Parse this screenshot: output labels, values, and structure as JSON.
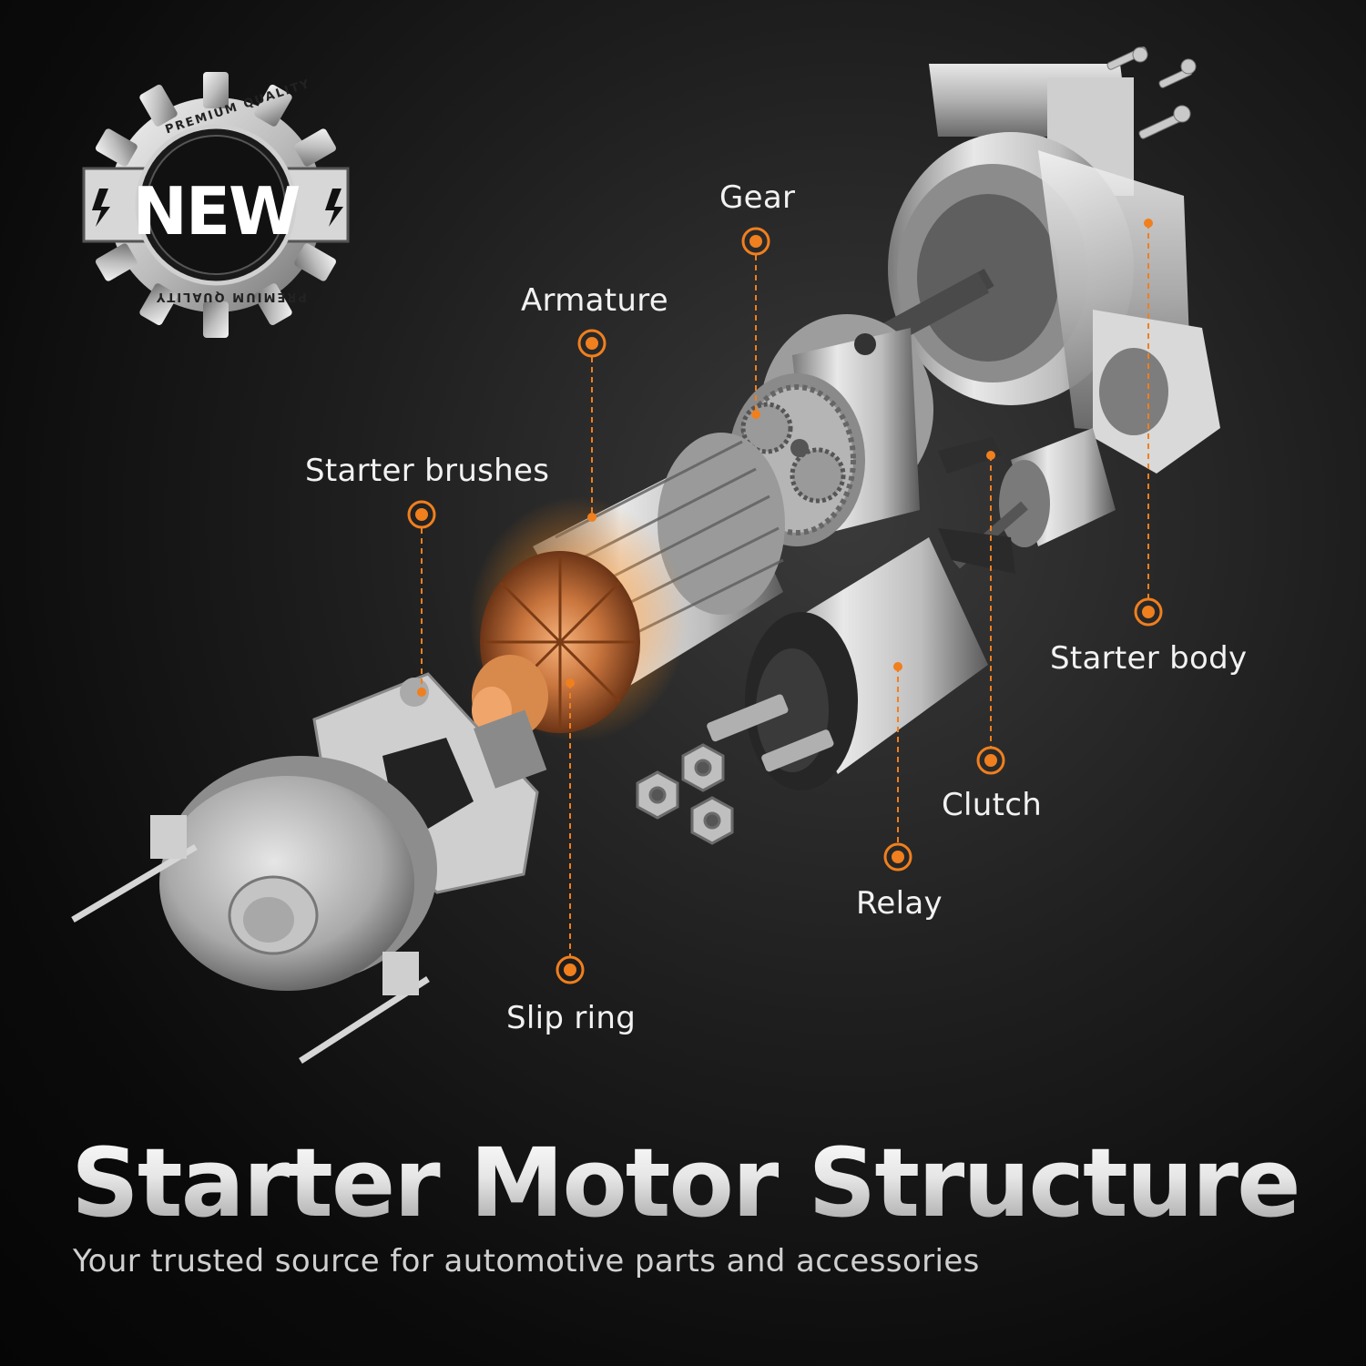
{
  "badge": {
    "word": "NEW",
    "ring_text_top": "PREMIUM QUALITY",
    "ring_text_bottom": "PREMIUM QUALITY",
    "icon": "gear-badge-icon"
  },
  "callouts": [
    {
      "id": "gear",
      "label": "Gear"
    },
    {
      "id": "armature",
      "label": "Armature"
    },
    {
      "id": "starter-brushes",
      "label": "Starter brushes"
    },
    {
      "id": "starter-body",
      "label": "Starter body"
    },
    {
      "id": "clutch",
      "label": "Clutch"
    },
    {
      "id": "relay",
      "label": "Relay"
    },
    {
      "id": "slip-ring",
      "label": "Slip ring"
    }
  ],
  "headline": "Starter Motor Structure",
  "tagline": "Your trusted source for automotive parts and accessories",
  "colors": {
    "accent": "#f07f1e",
    "background": "#121212",
    "metal": "#b8b8b8",
    "copper": "#c8743d"
  }
}
